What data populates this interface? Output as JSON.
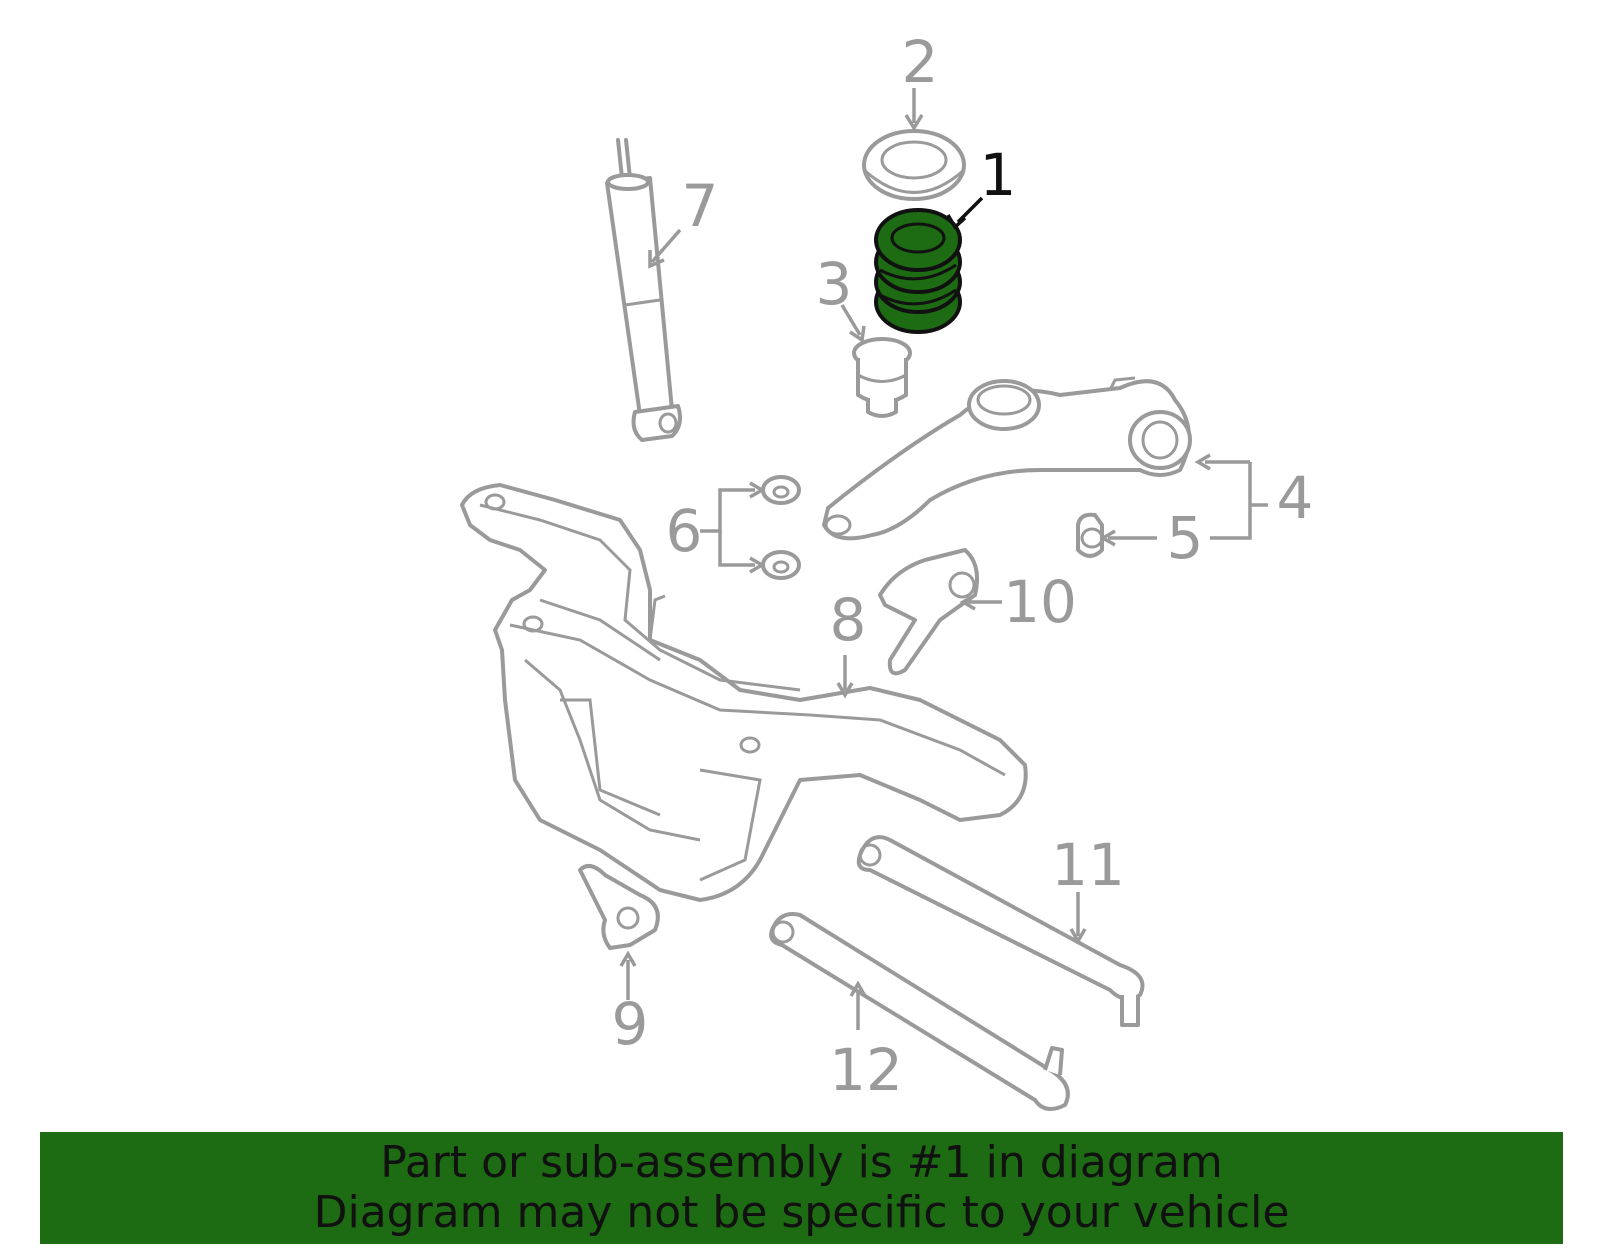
{
  "callouts": {
    "c1": "1",
    "c2": "2",
    "c3": "3",
    "c4": "4",
    "c5": "5",
    "c6": "6",
    "c7": "7",
    "c8": "8",
    "c9": "9",
    "c10": "10",
    "c11": "11",
    "c12": "12"
  },
  "highlight": {
    "part_number": "1",
    "color": "#1d6b12"
  },
  "banner": {
    "line1": "Part or sub-assembly is #1 in diagram",
    "line2": "Diagram may not be specific to your vehicle"
  }
}
